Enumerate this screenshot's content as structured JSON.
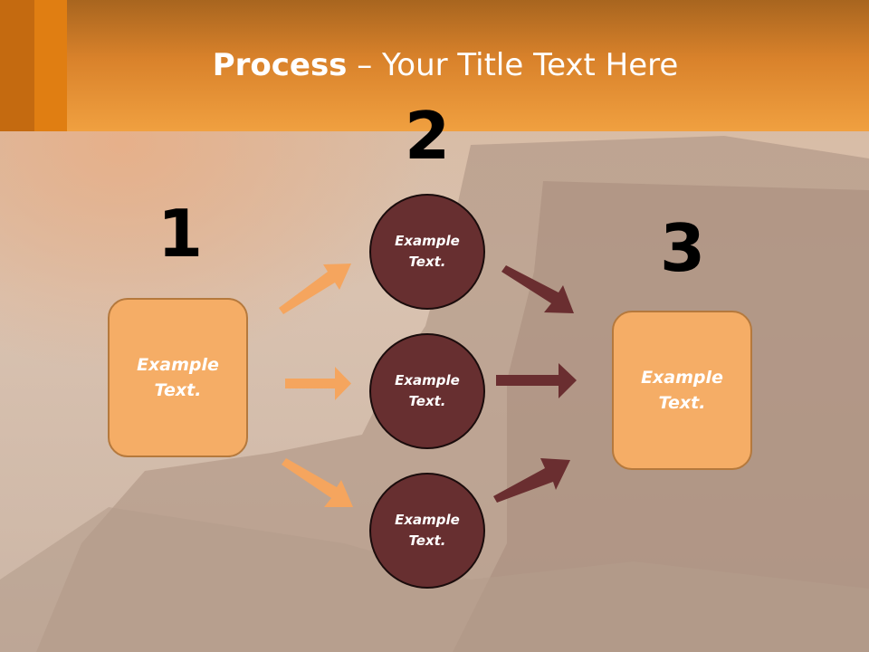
{
  "title": {
    "bold": "Process",
    "rest": " – Your Title Text Here"
  },
  "numbers": [
    "1",
    "2",
    "3"
  ],
  "box_left": {
    "line1": "Example",
    "line2": "Text."
  },
  "box_right": {
    "line1": "Example",
    "line2": "Text."
  },
  "circles": [
    {
      "line1": "Example",
      "line2": "Text."
    },
    {
      "line1": "Example",
      "line2": "Text."
    },
    {
      "line1": "Example",
      "line2": "Text."
    }
  ],
  "colors": {
    "header": "#e8892c",
    "box_fill": "#f5ad66",
    "circle_fill": "#672f30",
    "arrow_light": "#f5a55e",
    "arrow_dark": "#6a2e30"
  }
}
